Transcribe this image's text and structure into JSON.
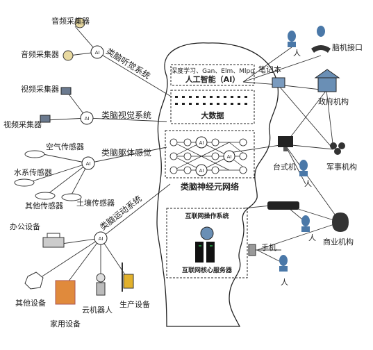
{
  "head": {
    "ai_box_caption": "深度学习、Gan、Elm、Mlpg",
    "ai_box_title": "人工智能（AI）",
    "big_data": "大数据",
    "neural_net": "类脑神经元网络",
    "internet_os": "互联网操作系统",
    "core_server": "互联网核心服务器",
    "ai_node": "AI"
  },
  "systems": {
    "hearing": "类脑听觉系统",
    "vision": "类脑视觉系统",
    "somatic": "类脑躯体感觉",
    "motor": "类脑运动系统"
  },
  "left_devices": {
    "audio1": "音频采集器",
    "audio2": "音频采集器",
    "video1": "视频采集器",
    "video2": "视频采集器",
    "air": "空气传感器",
    "water": "水系传感器",
    "soil": "土壤传感器",
    "other_sensor": "其他传感器",
    "office": "办公设备",
    "other_device": "其他设备",
    "home": "家用设备",
    "cloud_robot": "云机器人",
    "production": "生产设备"
  },
  "right_side": {
    "laptop": "笔记本",
    "bci": "脑机接口",
    "gov": "政府机构",
    "desktop": "台式机",
    "military": "军事机构",
    "phone": "手机",
    "commerce": "商业机构",
    "person": "人"
  }
}
